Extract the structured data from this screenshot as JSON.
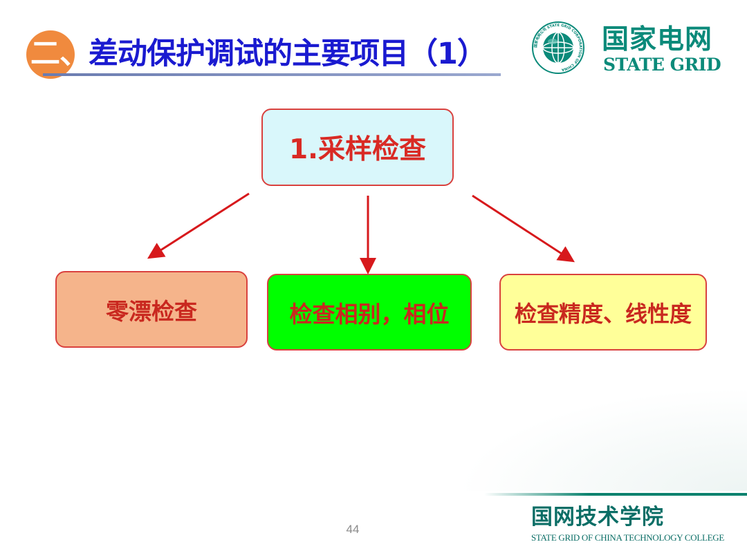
{
  "title": {
    "number": "二、",
    "text": "差动保护调试的主要项目（1）"
  },
  "logo": {
    "cn": "国家电网",
    "en": "STATE GRID",
    "ring_text": "国家电网公司 STATE GRID CORPORATION OF CHINA"
  },
  "diagram": {
    "root": "1.采样检查",
    "children": [
      {
        "label": "零漂检查"
      },
      {
        "label": "检查相别，相位"
      },
      {
        "label": "检查精度、线性度"
      }
    ]
  },
  "footer": {
    "college_cn": "国网技术学院",
    "college_en": "STATE GRID OF CHINA TECHNOLOGY COLLEGE",
    "page_number": "44"
  },
  "colors": {
    "title_blue": "#1a1ad0",
    "accent_orange": "#f08a3e",
    "arrow_red": "#d7191c",
    "brand_teal": "#0b8a7a"
  }
}
